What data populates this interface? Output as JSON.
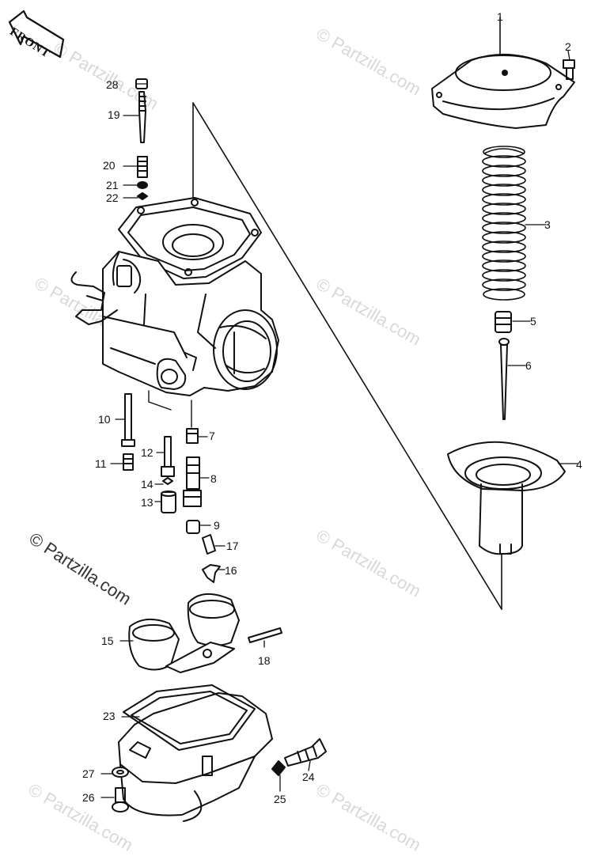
{
  "diagram": {
    "front_label": "FRONT",
    "watermarks": [
      "© Partzilla.com",
      "© Partzilla.com",
      "© Partzilla.com",
      "© Partzilla.com",
      "© Partzilla.com",
      "© Partzilla.com",
      "© Partzilla.com",
      "© Partzilla.com"
    ],
    "watermark_prominent": "© Partzilla.com",
    "callouts": [
      {
        "id": "1",
        "label": "1"
      },
      {
        "id": "2",
        "label": "2"
      },
      {
        "id": "3",
        "label": "3"
      },
      {
        "id": "4",
        "label": "4"
      },
      {
        "id": "5",
        "label": "5"
      },
      {
        "id": "6",
        "label": "6"
      },
      {
        "id": "7",
        "label": "7"
      },
      {
        "id": "8",
        "label": "8"
      },
      {
        "id": "9",
        "label": "9"
      },
      {
        "id": "10",
        "label": "10"
      },
      {
        "id": "11",
        "label": "11"
      },
      {
        "id": "12",
        "label": "12"
      },
      {
        "id": "13",
        "label": "13"
      },
      {
        "id": "14",
        "label": "14"
      },
      {
        "id": "15",
        "label": "15"
      },
      {
        "id": "16",
        "label": "16"
      },
      {
        "id": "17",
        "label": "17"
      },
      {
        "id": "18",
        "label": "18"
      },
      {
        "id": "19",
        "label": "19"
      },
      {
        "id": "20",
        "label": "20"
      },
      {
        "id": "21",
        "label": "21"
      },
      {
        "id": "22",
        "label": "22"
      },
      {
        "id": "23",
        "label": "23"
      },
      {
        "id": "24",
        "label": "24"
      },
      {
        "id": "25",
        "label": "25"
      },
      {
        "id": "26",
        "label": "26"
      },
      {
        "id": "27",
        "label": "27"
      },
      {
        "id": "28",
        "label": "28"
      }
    ],
    "colors": {
      "ink": "#111111",
      "paper": "#ffffff",
      "watermark": "#c8c8c8"
    }
  }
}
